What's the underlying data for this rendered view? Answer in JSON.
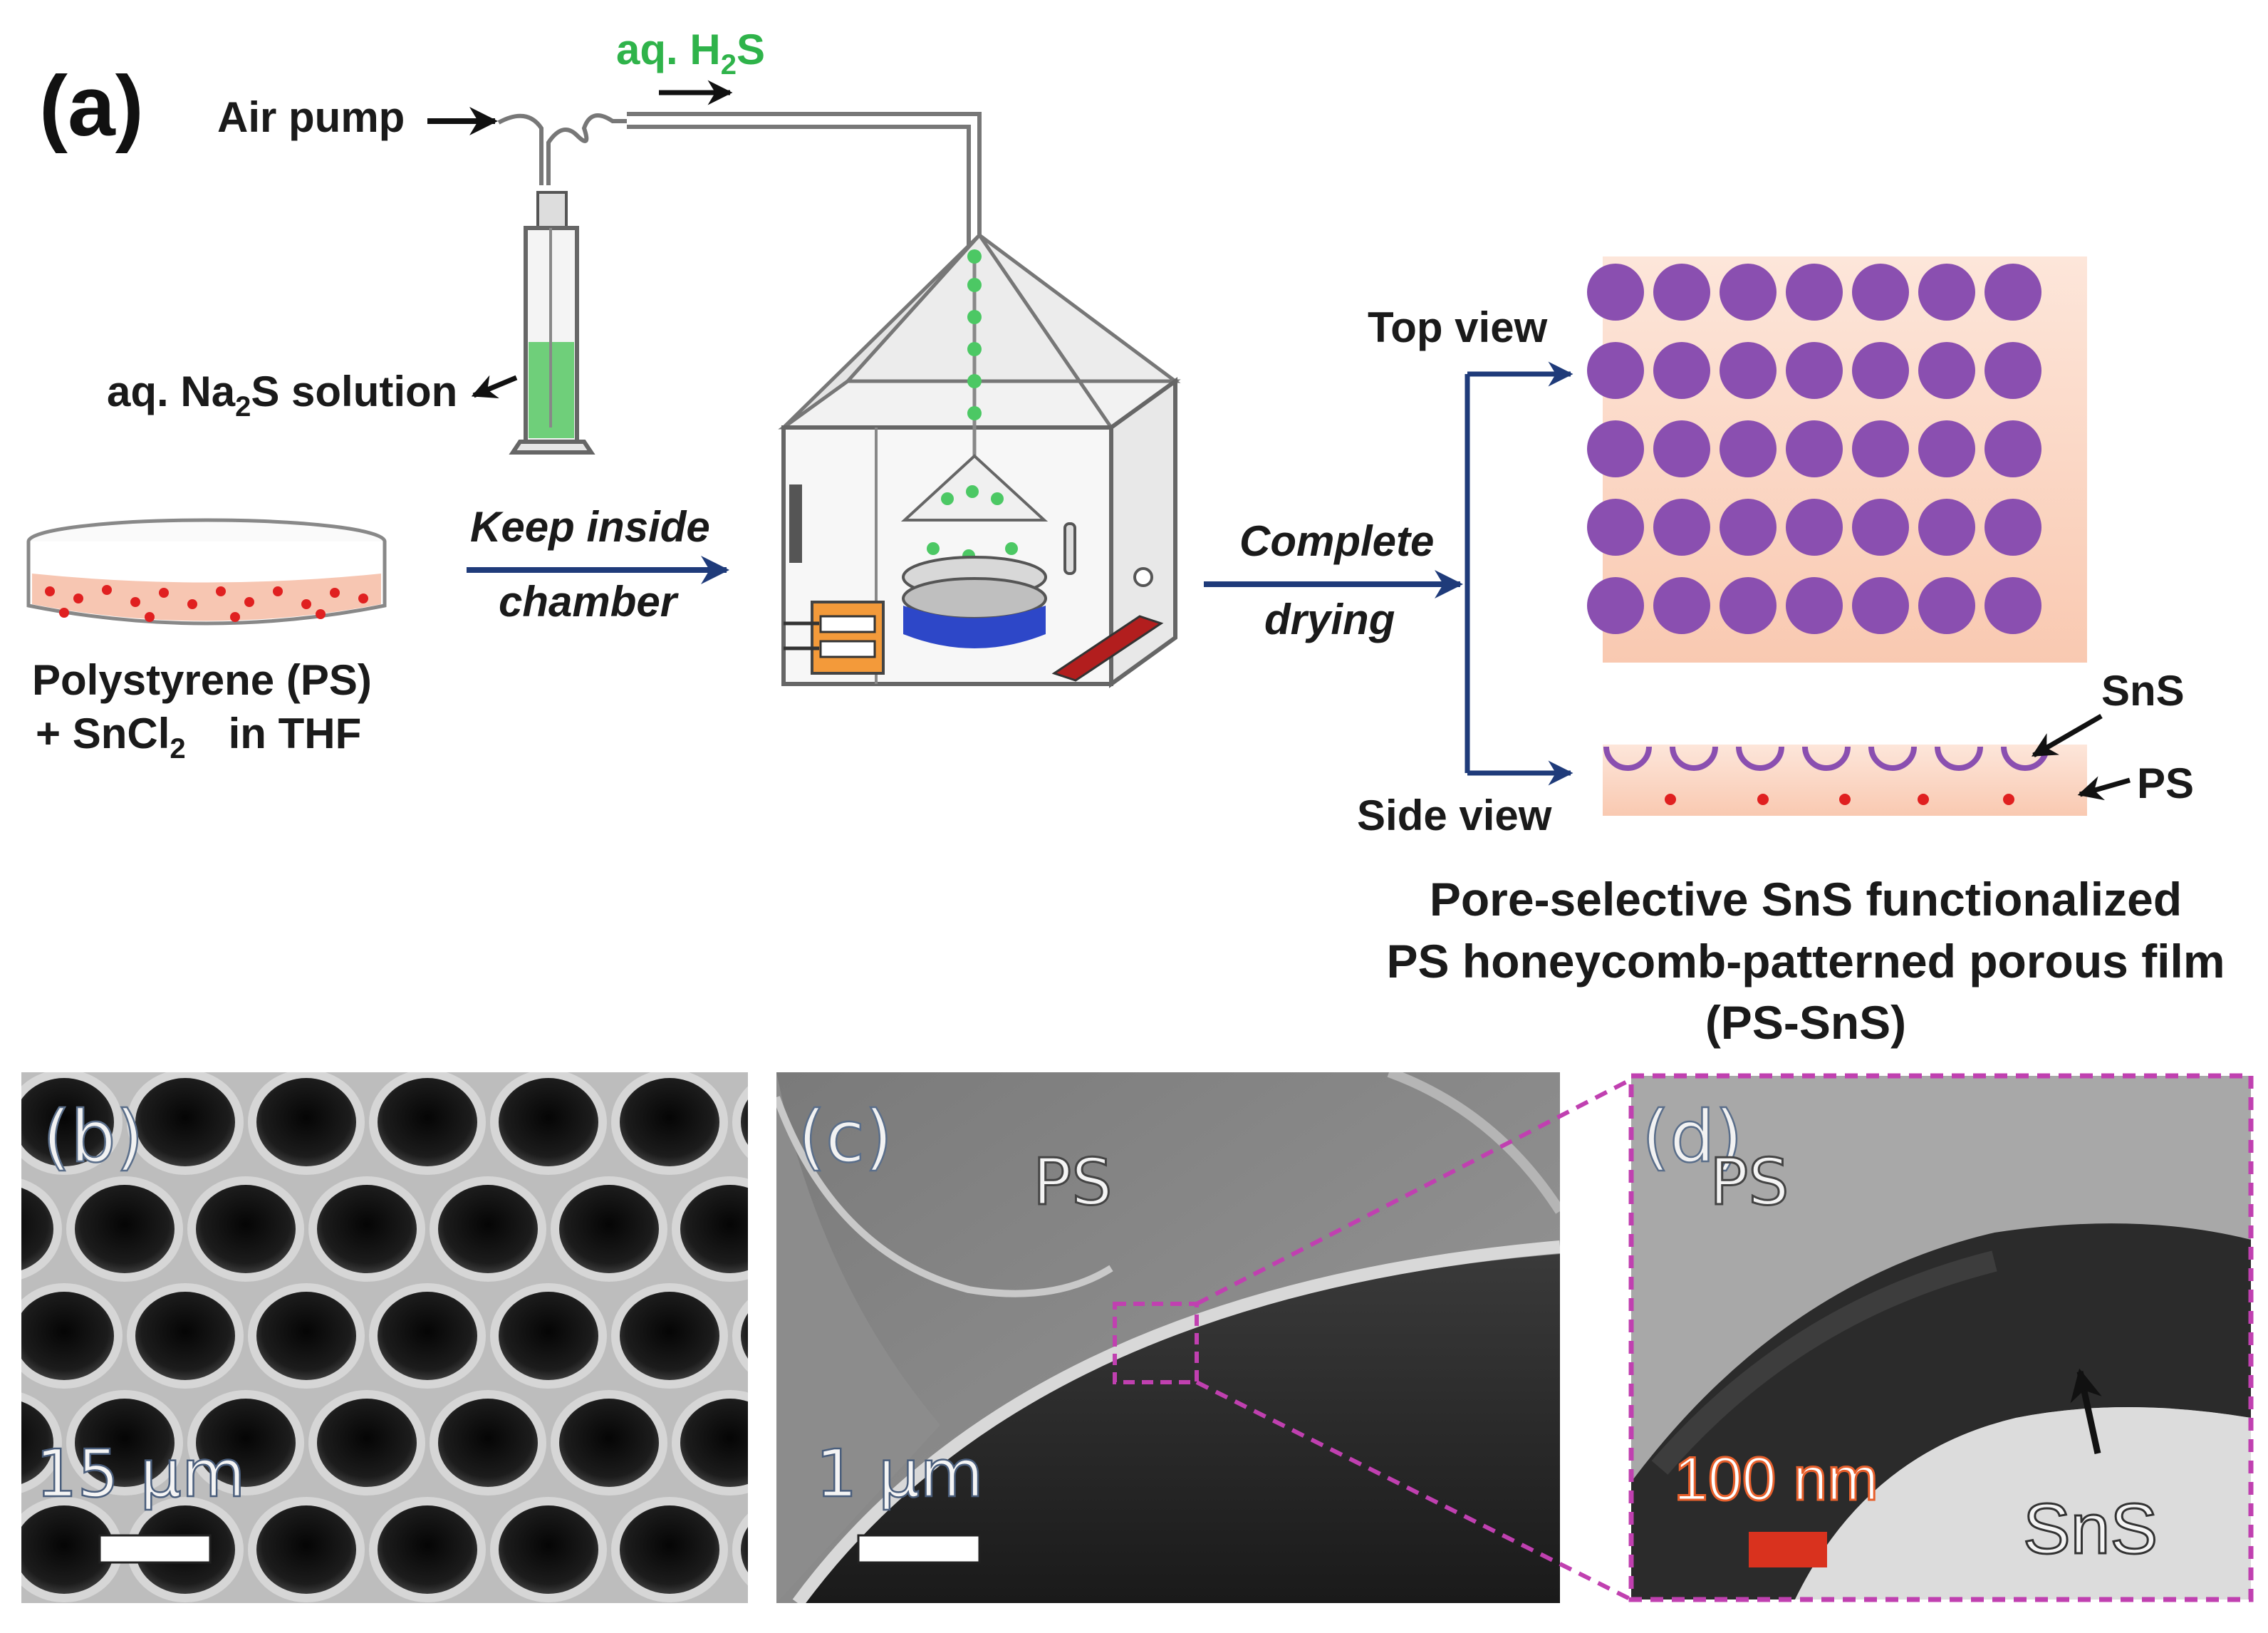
{
  "panel_a": {
    "letter": "(a)",
    "air_pump": "Air pump",
    "h2s_prefix": "aq. H",
    "h2s_sub": "2",
    "h2s_suffix": "S",
    "na2s_prefix": "aq. Na",
    "na2s_sub": "2",
    "na2s_suffix": "S solution",
    "ps_line1": "Polystyrene (PS)",
    "ps_line2_a": "+ SnCl",
    "ps_line2_sub": "2",
    "ps_line2_b": "in THF",
    "keep_1": "Keep inside",
    "keep_2": "chamber",
    "complete_1": "Complete",
    "complete_2": "drying",
    "top_view": "Top view",
    "side_view": "Side view",
    "sns_label": "SnS",
    "ps_label": "PS",
    "caption_1": "Pore-selective SnS functionalized",
    "caption_2": "PS honeycomb-patterned porous film",
    "caption_3": "(PS-SnS)"
  },
  "panel_b": {
    "letter": "(b)",
    "scale": "15 μm"
  },
  "panel_c": {
    "letter": "(c)",
    "ps": "PS",
    "scale": "1 μm"
  },
  "panel_d": {
    "letter": "(d)",
    "ps": "PS",
    "scale": "100 nm",
    "sns": "SnS"
  },
  "colors": {
    "pore_purple": "#8a4fb0",
    "film_peach": "#fbd8c6",
    "arrow_navy": "#1f3b7a",
    "h2s_green": "#2fb34a",
    "inset_magenta": "#c040b0",
    "scale_red": "#d9321e"
  }
}
